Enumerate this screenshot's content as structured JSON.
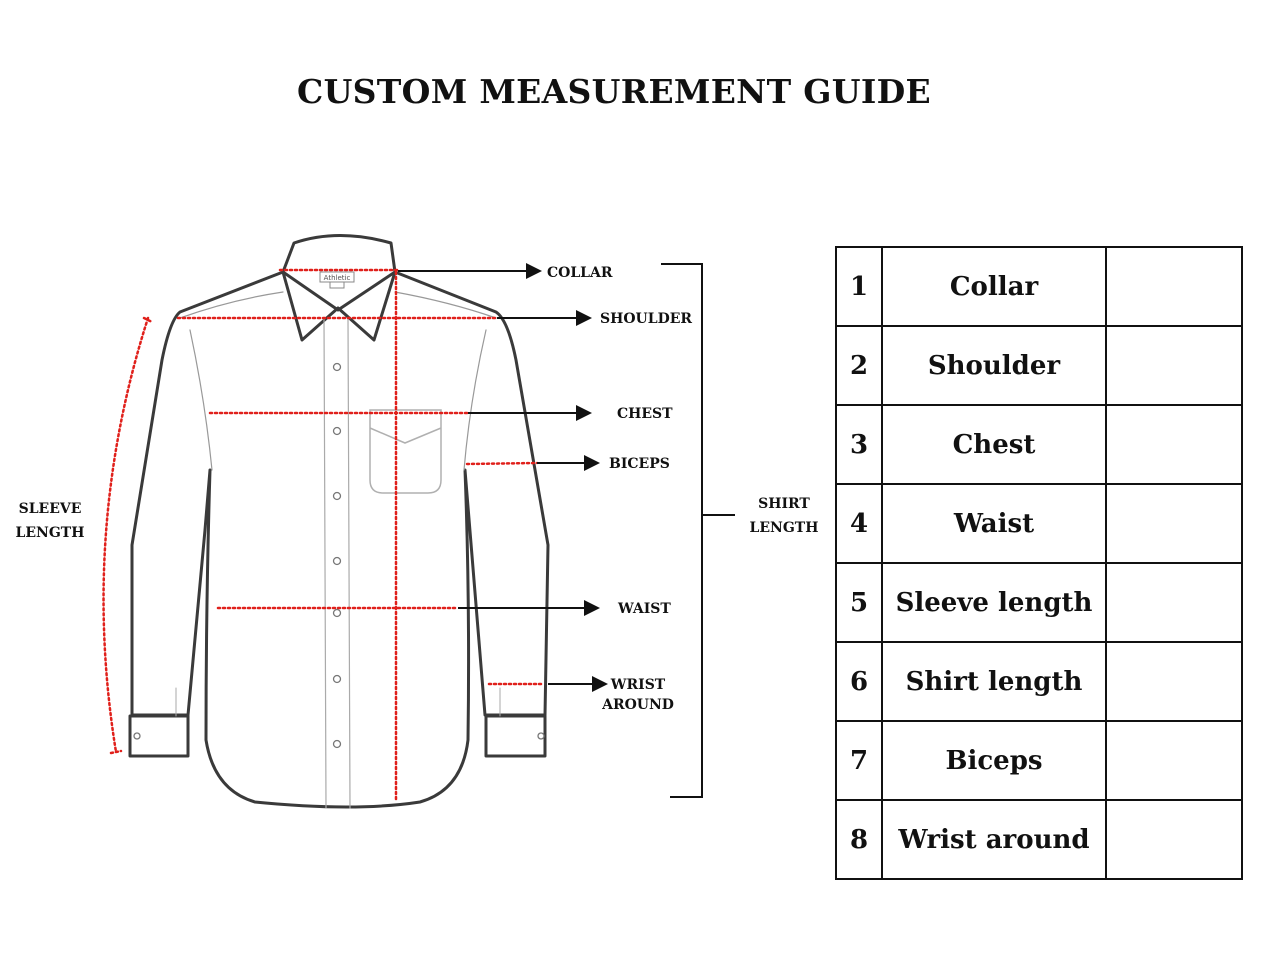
{
  "title": "CUSTOM MEASUREMENT GUIDE",
  "shirt": {
    "tag_text": "Athletic"
  },
  "labels": {
    "collar": "COLLAR",
    "shoulder": "SHOULDER",
    "chest": "CHEST",
    "biceps": "BICEPS",
    "waist": "WAIST",
    "wrist_line1": "WRIST",
    "wrist_line2": "AROUND",
    "sleeve_line1": "SLEEVE",
    "sleeve_line2": "LENGTH",
    "shirt_line1": "SHIRT",
    "shirt_line2": "LENGTH"
  },
  "colors": {
    "outline": "#3a3a3a",
    "measure_line": "#e0201b",
    "text": "#111111"
  },
  "table": {
    "rows": [
      {
        "number": "1",
        "name": "Collar",
        "value": ""
      },
      {
        "number": "2",
        "name": "Shoulder",
        "value": ""
      },
      {
        "number": "3",
        "name": "Chest",
        "value": ""
      },
      {
        "number": "4",
        "name": "Waist",
        "value": ""
      },
      {
        "number": "5",
        "name": "Sleeve length",
        "value": ""
      },
      {
        "number": "6",
        "name": "Shirt length",
        "value": ""
      },
      {
        "number": "7",
        "name": "Biceps",
        "value": ""
      },
      {
        "number": "8",
        "name": "Wrist around",
        "value": ""
      }
    ]
  }
}
